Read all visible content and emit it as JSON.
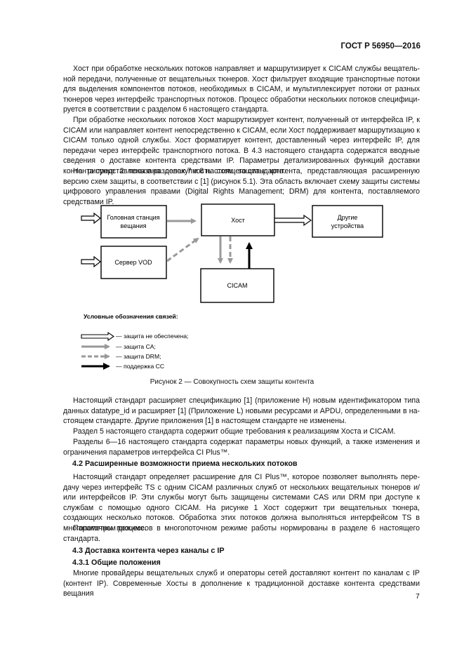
{
  "header": {
    "standard": "ГОСТ Р 56950—2016"
  },
  "paragraphs_top": [
    "Хост при обработке нескольких потоков направляет и маршрутизирует к CICAM службы вещатель­ной передачи, полученные от вещательных тюнеров. Хост фильтрует входящие транспортные потоки для выделения компонентов потоков, необходимых в CICAM, и мультиплексирует потоки от разных тюнеров через интерфейс транспортных потоков. Процесс обработки нескольких потоков специфици­руется в соответствии с разделом 6 настоящего стандарта.",
    "При обработке нескольких потоков Хост маршрутизирует контент, полученный от интерфейса IP, к CICAM или направляет контент непосредственно к CICAM, если Хост поддерживает маршрутизацию к CICAM только одной службы. Хост форматирует контент, доставленный через интерфейс IP, для пере­дачи через интерфейс транспортного потока. В 4.3 настоящего стандарта содержатся вводные све­дения о доставке контента средствами IP. Параметры детализированных функций доставки контента представлены в разделах 7 и 8 настоящего стандарта.",
    "На рисунке 2 показана совокупность схем защиты контента, представляющая расширенную версию схем защиты, в соответствии с [1] (рисунок 5.1). Эта область включает схему защиты системы цифрового управления правами (Digital Rights Management; DRM) для контента, поставляемого средствами IP."
  ],
  "figure": {
    "boxes": {
      "headend": [
        "Головная станция",
        "вещания"
      ],
      "host": "Хост",
      "other_devices": [
        "Другие",
        "устройства"
      ],
      "vod": "Сервер VOD",
      "cicam": "CICAM"
    },
    "legend_title": "Условные обозначения связей:",
    "legend_items": [
      "— защита не обеспечена;",
      "— защита CA;",
      "— защита DRM;",
      "— поддержка CC"
    ],
    "caption": "Рисунок 2 — Совокупность схем защиты контента"
  },
  "paragraphs_mid": [
    "Настоящий стандарт расширяет спецификацию [1] (приложение Н) новым идентификатором типа данных datatype_id и расширяет [1] (Приложение L) новыми ресурсами и APDU, определенными в на­стоящем стандарте. Другие приложения [1] в настоящем стандарте не изменены.",
    "Раздел 5 настоящего стандарта содержит общие требования к реализациям Хоста и CICAM.",
    "Разделы 6—16 настоящего стандарта содержат параметры новых функций, а также изменения и ограничения параметров интерфейса CI Plus™."
  ],
  "section_42": {
    "heading": "4.2 Расширенные возможности приема нескольких потоков",
    "paragraphs": [
      "Настоящий стандарт определяет расширение для CI Plus™, которое позволяет выполнять пере­дачу через интерфейс TS с одним CICAM различных служб от нескольких вещательных тюнеров и/или интерфейсов IP. Эти службы могут быть защищены системами CAS или DRM при доступе к службам с помощью одного CICAM. На рисунке 1 Хост содержит три вещательных тюнера, создающих несколько потоков. Обработка этих потоков должна выполняться интерфейсом TS в многопоточном режиме.",
      "Параметры процессов в многопоточном режиме работы нормированы в разделе 6 настоящего стандарта."
    ]
  },
  "section_43": {
    "heading": "4.3 Доставка контента через каналы с IP",
    "subheading": "4.3.1 Общие положения",
    "paragraph": "Многие провайдеры вещательных служб и операторы сетей доставляют контент по каналам с IP (контент IP). Современные Хосты в дополнение к традиционной доставке контента средствами вещания"
  },
  "page_number": "7"
}
